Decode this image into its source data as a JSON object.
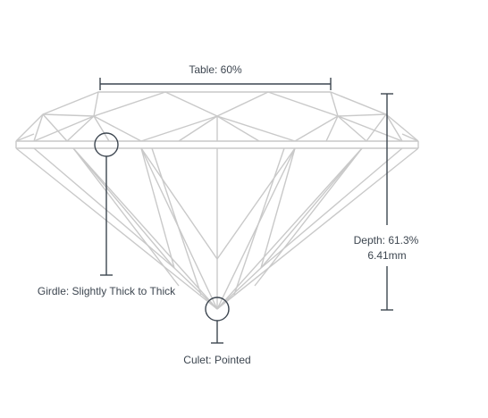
{
  "labels": {
    "table": "Table: 60%",
    "depth_percent": "Depth: 61.3%",
    "depth_mm": "6.41mm",
    "girdle": "Girdle: Slightly Thick to Thick",
    "culet": "Culet: Pointed"
  }
}
